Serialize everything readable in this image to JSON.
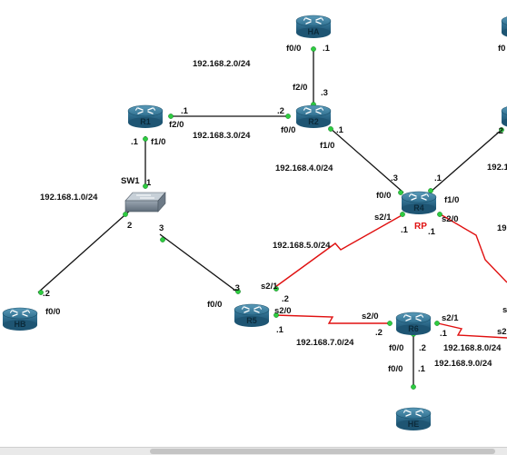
{
  "routers": [
    {
      "id": "HA",
      "label": "HA"
    },
    {
      "id": "R1",
      "label": "R1"
    },
    {
      "id": "R2",
      "label": "R2"
    },
    {
      "id": "R4",
      "label": "R4"
    },
    {
      "id": "R5",
      "label": "R5"
    },
    {
      "id": "R6",
      "label": "R6"
    },
    {
      "id": "HB",
      "label": "HB"
    },
    {
      "id": "HE",
      "label": "HE"
    }
  ],
  "switch": {
    "label": "SW1"
  },
  "rp_label": "RP",
  "networks": {
    "n1": "192.168.1.0/24",
    "n2": "192.168.2.0/24",
    "n3": "192.168.3.0/24",
    "n4": "192.168.4.0/24",
    "n5": "192.168.5.0/24",
    "n7": "192.168.7.0/24",
    "n8": "192.168.8.0/24",
    "n9": "192.168.9.0/24",
    "n_r4_right": "192.1",
    "n_far_right": "19"
  },
  "labels": {
    "ha_f00": "f0/0",
    "ha_dot1": ".1",
    "r2_f20": "f2/0",
    "r2_dot3": ".3",
    "r1_dot1_right": ".1",
    "r1_f20": "f2/0",
    "r2_dot2": ".2",
    "r2_f00": "f0/0",
    "r1_dot1_down": ".1",
    "r1_f10": "f1/0",
    "sw_p1": "1",
    "sw_p2": "2",
    "sw_p3": "3",
    "r2_dot1": ".1",
    "r2_f10": "f1/0",
    "r4_dot3": ".3",
    "r4_f00": "f0/0",
    "r4_dot1_top": ".1",
    "r4_f10": "f1/0",
    "r4_s21": "s2/1",
    "r4_dot1_left": ".1",
    "r4_s20": "s2/0",
    "r4_dot1_right": ".1",
    "hb_dot2": ".2",
    "hb_f00": "f0/0",
    "r5_dot3": ".3",
    "r5_f00": "f0/0",
    "r5_s21": "s2/1",
    "r5_dot2": ".2",
    "r5_s20": "s2/0",
    "r5_dot1": ".1",
    "r6_s20": "s2/0",
    "r6_dot2_left": ".2",
    "r6_s21": "s2/1",
    "r6_dot1_right": ".1",
    "r6_f00": "f0/0",
    "r6_dot2_bottom": ".2",
    "he_f00": "f0/0",
    "he_dot1": ".1",
    "far_right_s2": "s2",
    "far_right_s": "s",
    "top_right_f0": "f0",
    "far_right_dot2": ".2"
  }
}
